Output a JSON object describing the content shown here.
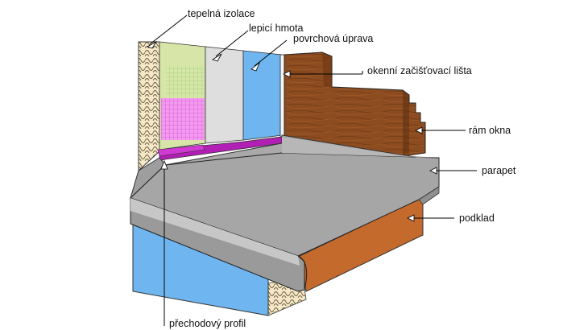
{
  "labels": {
    "thermal_insulation": "tepelná izolace",
    "adhesive": "lepicí hmota",
    "surface_finish": "povrchová úprava",
    "window_trim_strip": "okenní začišťovací lišta",
    "window_frame": "rám okna",
    "sill": "parapet",
    "substrate": "podklad",
    "transition_profile": "přechodový profil"
  },
  "colors": {
    "insulation": "#f3e6c4",
    "adhesive_mesh": "#d4e3a6",
    "mesh_green": "#b9d98a",
    "mesh_magenta": "#e879e8",
    "adhesive": "#dcdcdc",
    "surface_finish": "#6fb6f0",
    "wood": "#8b4a1e",
    "sill": "#a9a9a9",
    "substrate": "#c46a2c",
    "profile": "#b21fb5"
  }
}
